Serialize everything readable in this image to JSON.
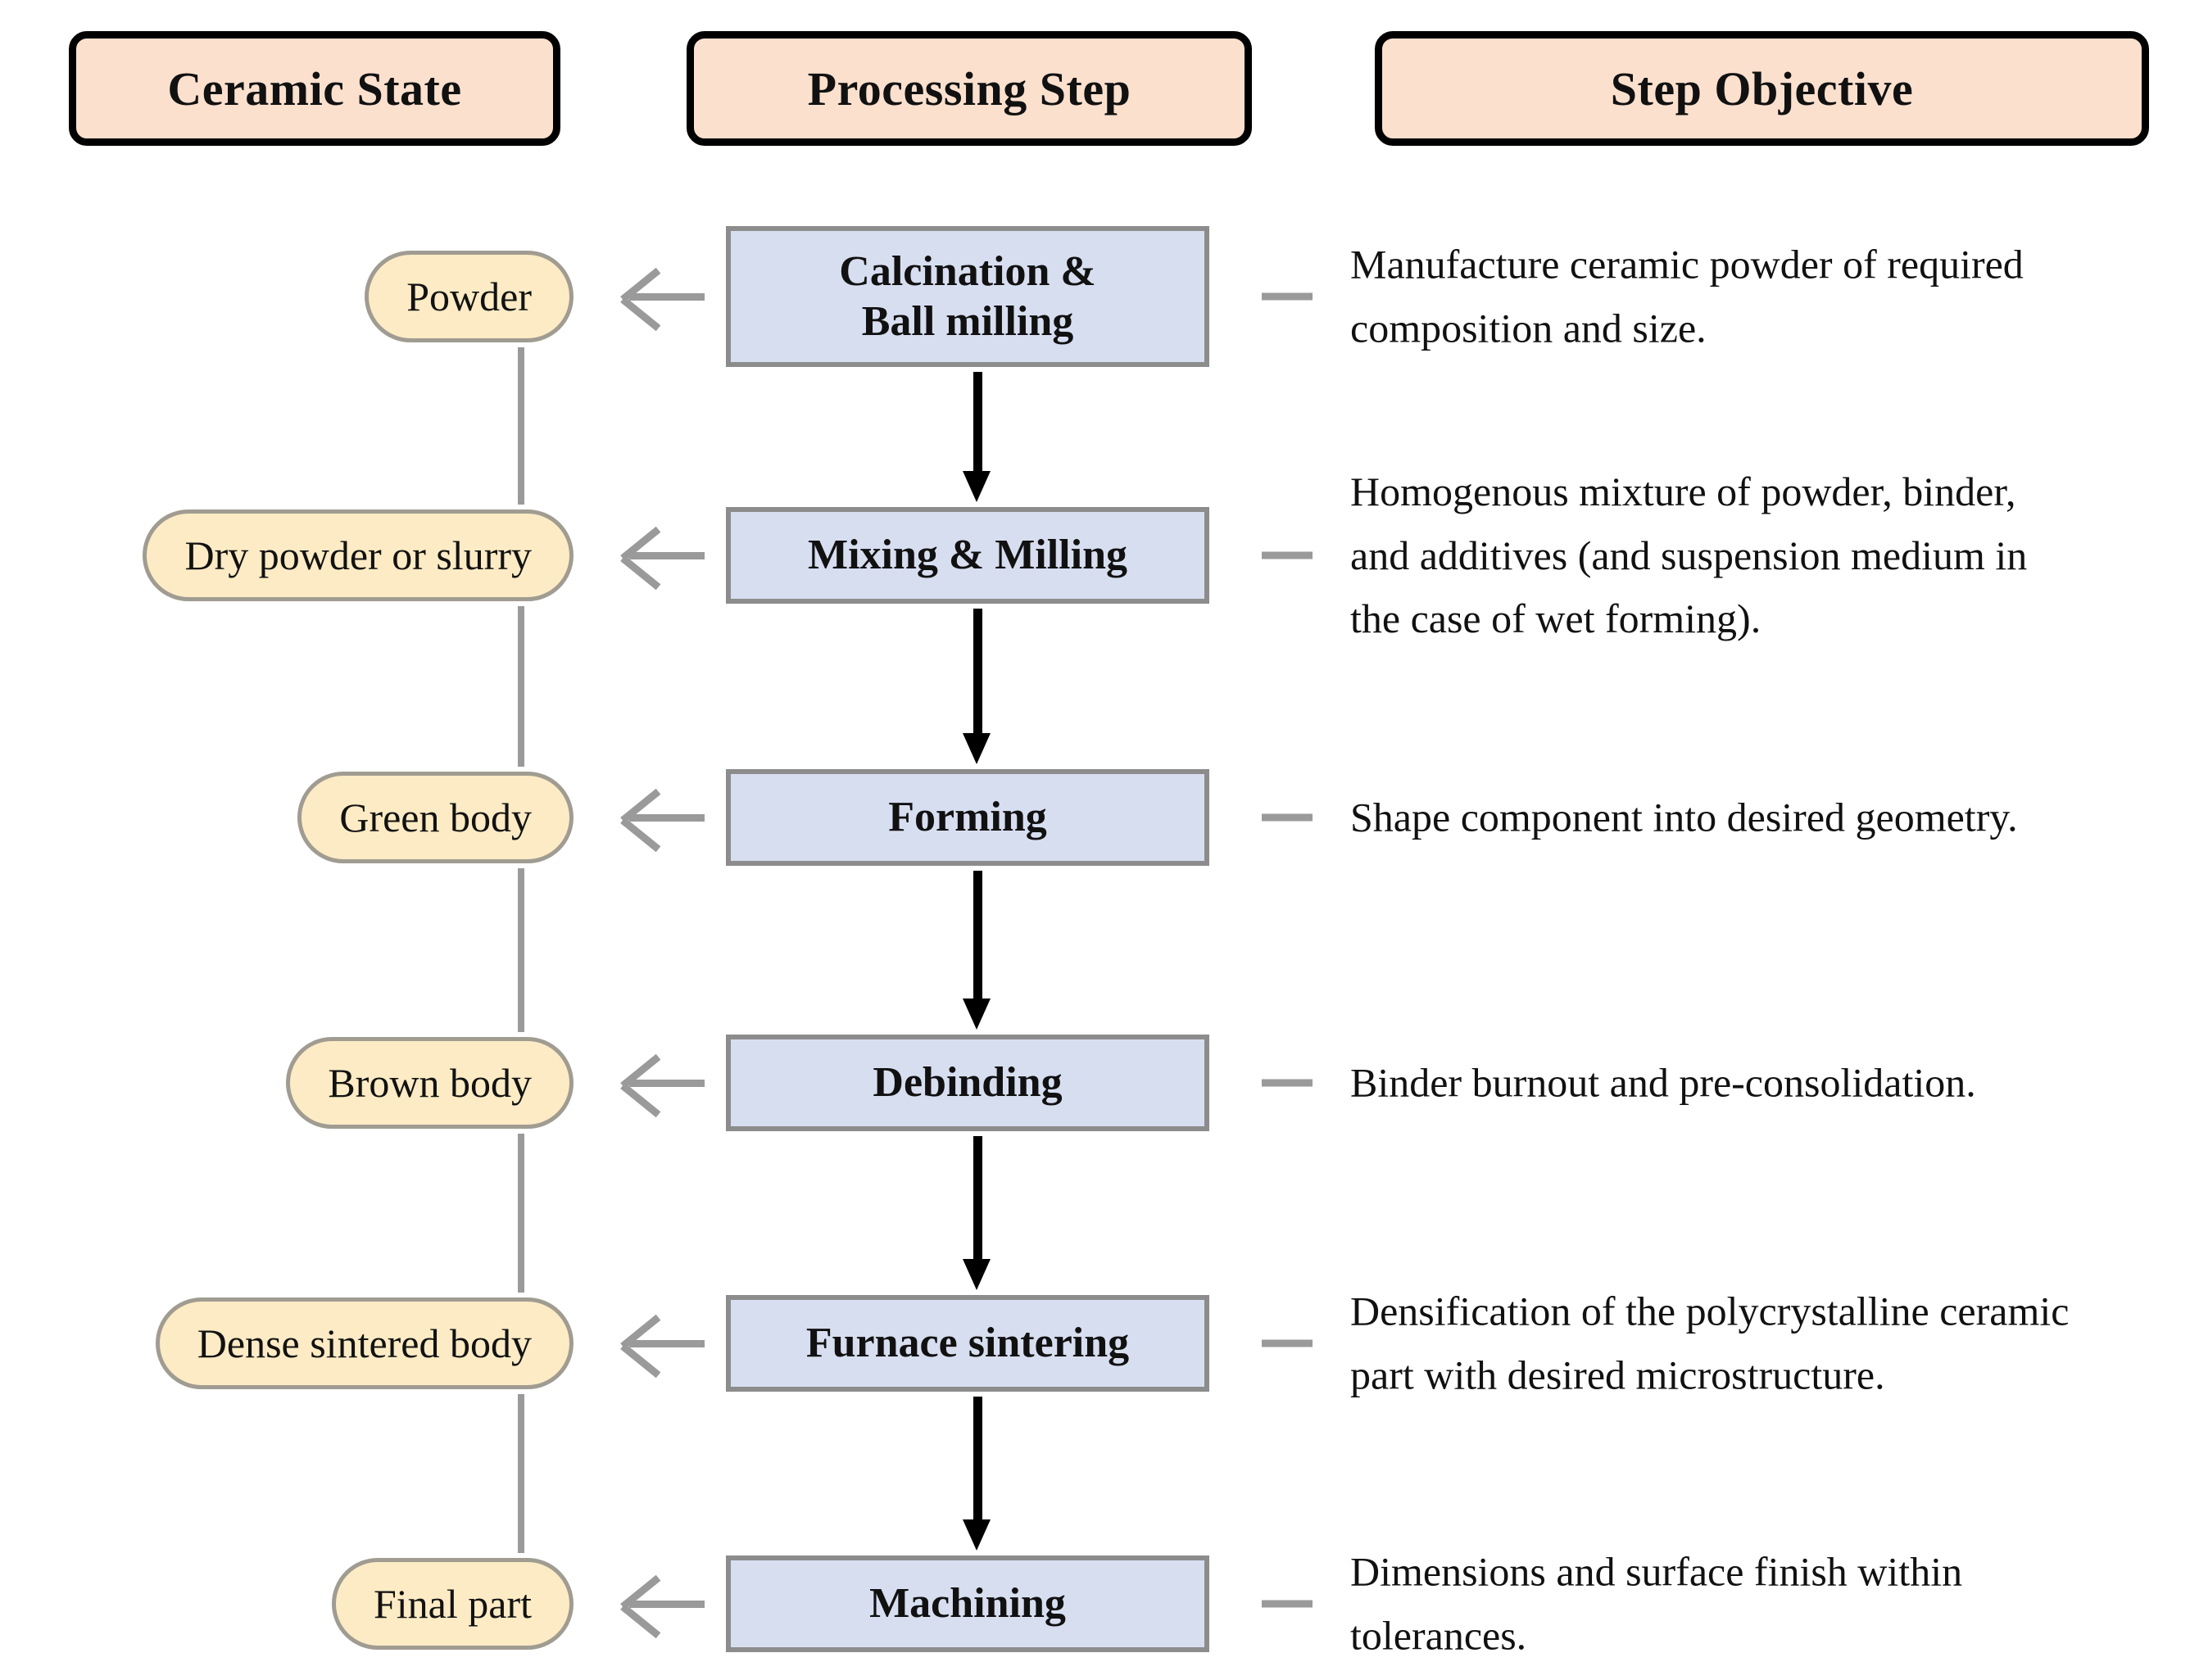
{
  "headers": [
    {
      "id": "ceramic-state",
      "label": "Ceramic State"
    },
    {
      "id": "processing-step",
      "label": "Processing Step"
    },
    {
      "id": "step-objective",
      "label": "Step Objective"
    }
  ],
  "colors": {
    "header_fill": "#FCE0CE",
    "header_border": "#000000",
    "state_fill": "#FCEBC4",
    "state_border": "#A09C92",
    "step_fill": "#D7DEF0",
    "step_border": "#8C8C8C",
    "connector_gray": "#9A9A9A",
    "flow_arrow": "#000000",
    "text": "#111111",
    "background": "#FFFFFF"
  },
  "rows": [
    {
      "state": "Powder",
      "step": "Calcination &\nBall milling",
      "step_lines": [
        "Calcination &",
        "Ball milling"
      ],
      "objective": "Manufacture ceramic powder of required composition and size.",
      "objective_lines": [
        "Manufacture ceramic powder of required",
        "composition and size."
      ]
    },
    {
      "state": "Dry powder or slurry",
      "step": "Mixing & Milling",
      "step_lines": [
        "Mixing & Milling"
      ],
      "objective": "Homogenous mixture of powder, binder, and additives (and suspension medium in the case of wet forming).",
      "objective_lines": [
        "Homogenous mixture of powder, binder,",
        "and additives (and suspension medium in",
        "the case of wet forming)."
      ]
    },
    {
      "state": "Green body",
      "step": "Forming",
      "step_lines": [
        "Forming"
      ],
      "objective": "Shape component into desired geometry.",
      "objective_lines": [
        "Shape component into desired geometry."
      ]
    },
    {
      "state": "Brown body",
      "step": "Debinding",
      "step_lines": [
        "Debinding"
      ],
      "objective": "Binder burnout and pre-consolidation.",
      "objective_lines": [
        "Binder burnout and pre-consolidation."
      ]
    },
    {
      "state": "Dense sintered body",
      "step": "Furnace sintering",
      "step_lines": [
        "Furnace sintering"
      ],
      "objective": "Densification of the polycrystalline ceramic part with desired microstructure.",
      "objective_lines": [
        "Densification of the polycrystalline ceramic",
        "part with desired microstructure."
      ]
    },
    {
      "state": "Final part",
      "step": "Machining",
      "step_lines": [
        "Machining"
      ],
      "objective": "Dimensions and surface finish within tolerances.",
      "objective_lines": [
        "Dimensions and surface finish within",
        "tolerances."
      ]
    }
  ],
  "connectors": {
    "state_link_icon": "left-arrow-icon",
    "objective_link_icon": "dash-icon",
    "flow_icon": "down-arrow-icon",
    "spine_icon": "dashed-line-icon"
  }
}
